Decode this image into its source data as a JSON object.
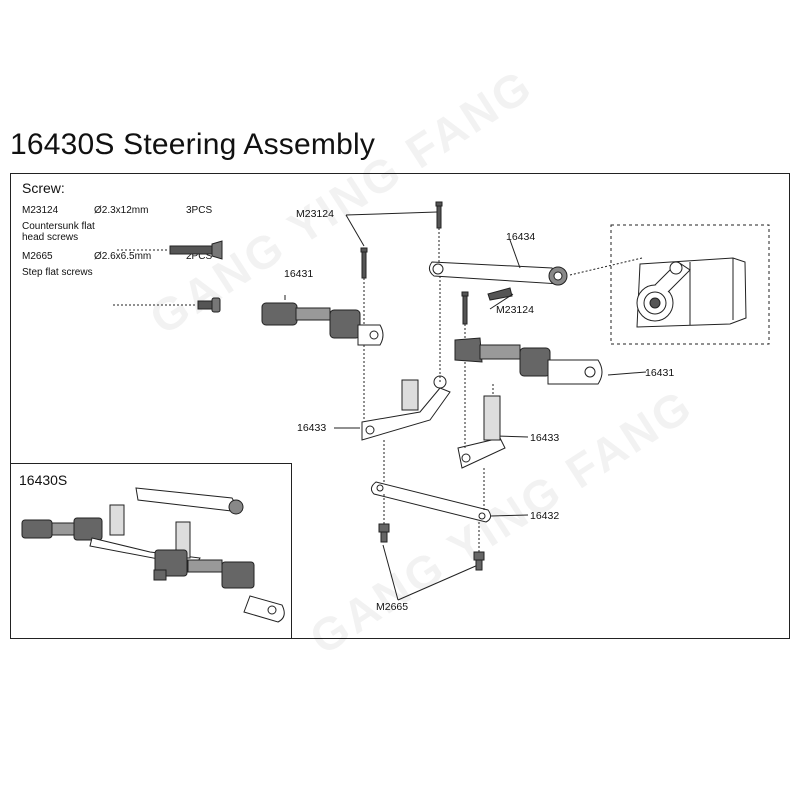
{
  "title": "16430S Steering Assembly",
  "screws": {
    "heading": "Screw:",
    "items": [
      {
        "code": "M23124",
        "dim": "Ø2.3x12mm",
        "qty": "3PCS",
        "desc1": "Countersunk flat",
        "desc2": "head screws"
      },
      {
        "code": "M2665",
        "dim": "Ø2.6x6.5mm",
        "qty": "2PCS",
        "desc1": "Step flat screws",
        "desc2": ""
      }
    ]
  },
  "inset_label": "16430S",
  "callouts": {
    "screw_top": "M23124",
    "screw_mid": "M23124",
    "servo_arm": "16434",
    "link_left": "16431",
    "link_right": "16431",
    "bellcrank_left": "16433",
    "bellcrank_right": "16433",
    "drag_link": "16432",
    "step_screws": "M2665"
  },
  "watermark": "GANG YING FANG"
}
